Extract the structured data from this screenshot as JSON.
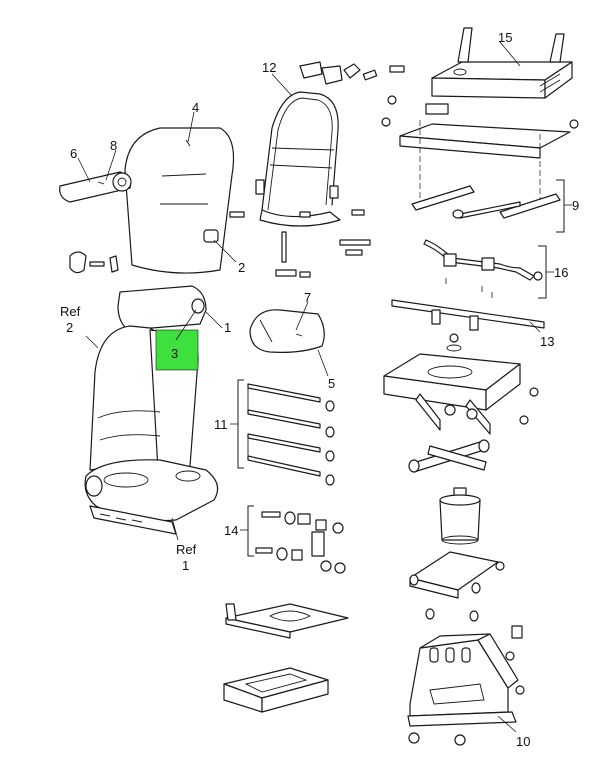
{
  "highlight_color": "#3de03d",
  "labels": {
    "l1": "1",
    "l2": "2",
    "l3": "3",
    "l4": "4",
    "l5": "5",
    "l6": "6",
    "l7": "7",
    "l8": "8",
    "l9": "9",
    "l10": "10",
    "l11": "11",
    "l12": "12",
    "l13": "13",
    "l14": "14",
    "l15": "15",
    "l16": "16",
    "l2b": "2",
    "ref_top": "Ref",
    "ref_top_num": "2",
    "ref_bottom": "Ref",
    "ref_bottom_num": "1"
  }
}
